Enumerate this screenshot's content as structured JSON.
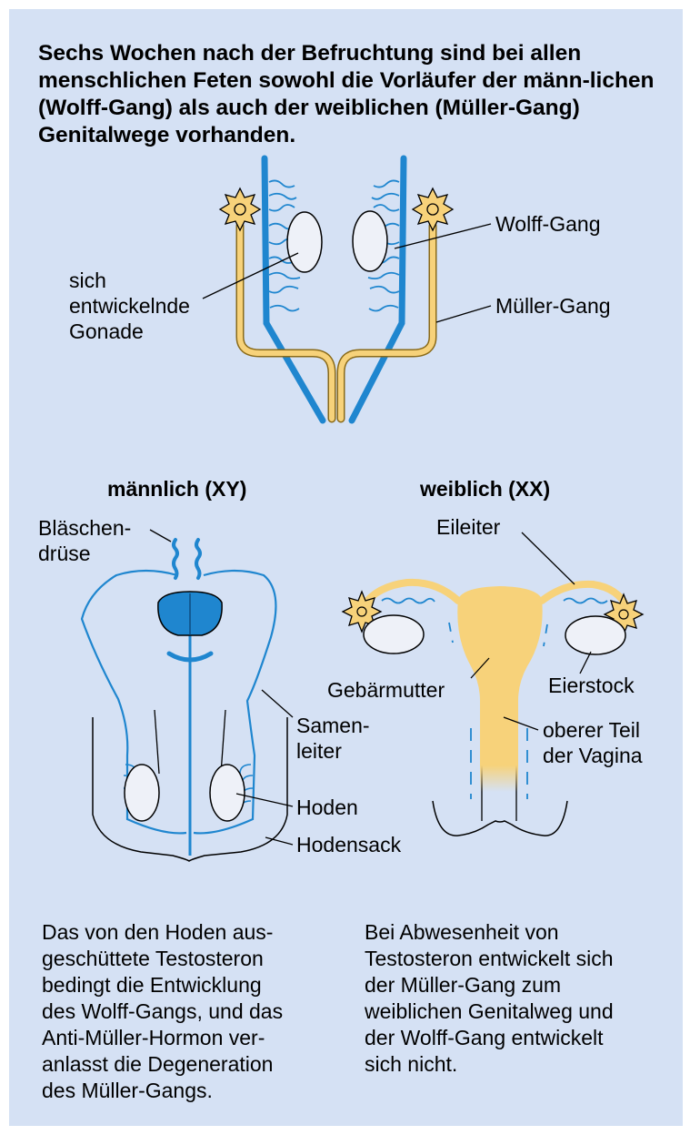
{
  "headline": "Sechs Wochen nach der Befruchtung sind bei allen menschlichen Feten sowohl die Vorläufer der männ-lichen (Wolff-Gang) als auch der weiblichen (Müller-Gang) Genitalwege vorhanden.",
  "top_labels": {
    "gonad": "sich\nentwickelnde\nGonade",
    "wolff": "Wolff-Gang",
    "mueller": "Müller-Gang"
  },
  "male": {
    "heading": "männlich (XY)",
    "seminal_vesicle": "Bläschen-\ndrüse",
    "vas_deferens": "Samen-\nleiter",
    "testis": "Hoden",
    "scrotum": "Hodensack"
  },
  "female": {
    "heading": "weiblich (XX)",
    "oviduct": "Eileiter",
    "uterus": "Gebärmutter",
    "ovary": "Eierstock",
    "vagina": "oberer Teil\nder Vagina"
  },
  "captions": {
    "male": "Das von den Hoden aus-\ngeschüttete Testosteron\nbedingt die Entwicklung\ndes Wolff-Gangs, und das\nAnti-Müller-Hormon ver-\nanlasst die Degeneration\ndes Müller-Gangs.",
    "female": "Bei Abwesenheit von\nTestosteron entwickelt sich\nder Müller-Gang zum\nweiblichen Genitalweg und\nder Wolff-Gang entwickelt\nsich nicht."
  },
  "colors": {
    "background": "#d5e1f4",
    "wolff_duct": "#1f86cf",
    "mueller_duct": "#f7d27a",
    "gonad": "#eef1f8",
    "prostate": "#1f86cf"
  }
}
